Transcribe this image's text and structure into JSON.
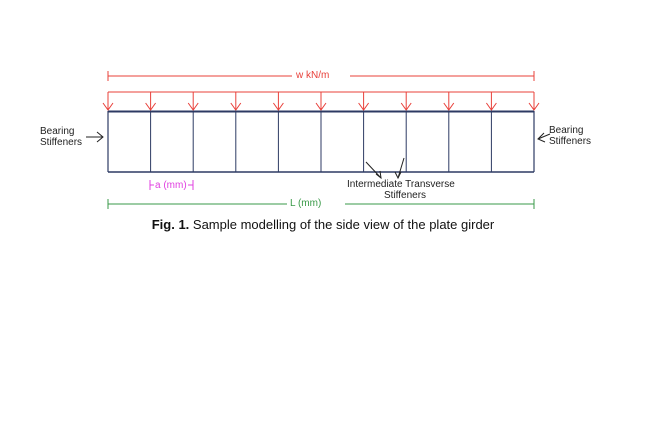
{
  "labels": {
    "load": "w kN/m",
    "bearing_left_line1": "Bearing",
    "bearing_left_line2": "Stiffeners",
    "bearing_right_line1": "Bearing",
    "bearing_right_line2": "Stiffeners",
    "panel_spacing": "a (mm)",
    "intermediate_line1": "Intermediate Transverse",
    "intermediate_line2": "Stiffeners",
    "span": "L (mm)"
  },
  "caption": {
    "prefix": "Fig. 1.",
    "text": " Sample modelling of the side view of the plate girder"
  },
  "colors": {
    "load": "#e8403a",
    "girder": "#2d3a63",
    "panel_dim": "#e040e0",
    "span_dim": "#3a9a48",
    "text": "#222222"
  },
  "icons": [
    "load-arrow-icon",
    "pointer-arrow-icon",
    "tick-mark-icon"
  ]
}
